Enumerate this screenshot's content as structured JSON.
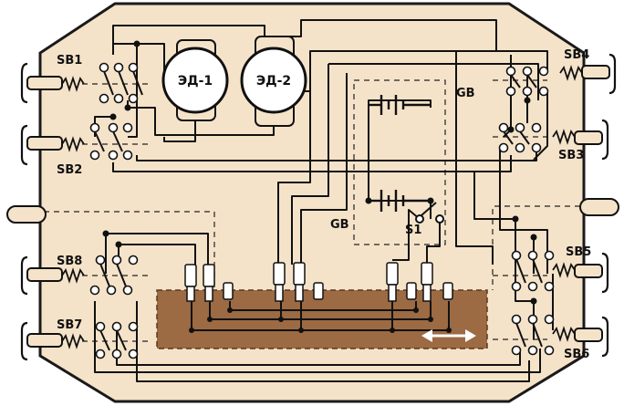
{
  "motors": [
    {
      "id": "m1",
      "label": "ЭД-1"
    },
    {
      "id": "m2",
      "label": "ЭД-2"
    }
  ],
  "switch_labels": {
    "sb1": "SB1",
    "sb2": "SB2",
    "sb3": "SB3",
    "sb4": "SB4",
    "sb5": "SB5",
    "sb6": "SB6",
    "sb7": "SB7",
    "sb8": "SB8"
  },
  "battery_labels": {
    "top": "GB",
    "bottom": "GB"
  },
  "power_switch_label": "S1",
  "colors": {
    "board": "#f5e3c9",
    "board_edge": "#1a1a1a",
    "strip": "#9c6a43",
    "strip_edge": "#5a3820",
    "wire": "#111111",
    "arrow": "#ffffff"
  }
}
